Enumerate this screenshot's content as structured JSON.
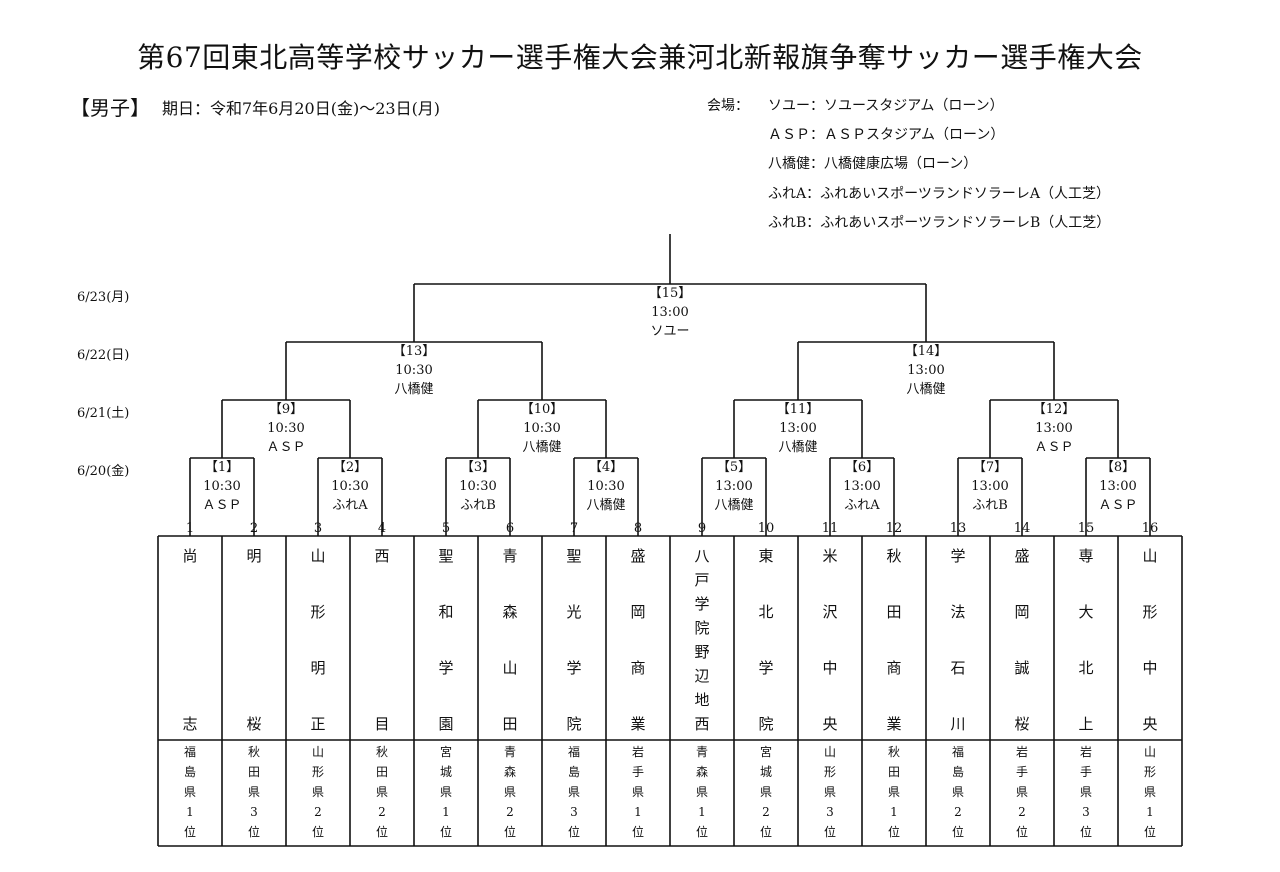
{
  "title": "第67回東北高等学校サッカー選手権大会兼河北新報旗争奪サッカー選手権大会",
  "division": "【男子】",
  "period": "期日：令和7年6月20日(金)～23日(月)",
  "venue_label": "会場：",
  "venues": [
    "ソユー：ソユースタジアム（ローン）",
    "ＡＳＰ：ＡＳＰスタジアム（ローン）",
    "八橋健：八橋健康広場（ローン）",
    "ふれA：ふれあいスポーツランドソラーレA（人工芝）",
    "ふれB：ふれあいスポーツランドソラーレB（人工芝）"
  ],
  "dates": [
    "6/23(月)",
    "6/22(日)",
    "6/21(土)",
    "6/20(金)"
  ],
  "matches": [
    {
      "no": "【1】",
      "time": "10:30",
      "venue": "ＡＳＰ"
    },
    {
      "no": "【2】",
      "time": "10:30",
      "venue": "ふれA"
    },
    {
      "no": "【3】",
      "time": "10:30",
      "venue": "ふれB"
    },
    {
      "no": "【4】",
      "time": "10:30",
      "venue": "八橋健"
    },
    {
      "no": "【5】",
      "time": "13:00",
      "venue": "八橋健"
    },
    {
      "no": "【6】",
      "time": "13:00",
      "venue": "ふれA"
    },
    {
      "no": "【7】",
      "time": "13:00",
      "venue": "ふれB"
    },
    {
      "no": "【8】",
      "time": "13:00",
      "venue": "ＡＳＰ"
    },
    {
      "no": "【9】",
      "time": "10:30",
      "venue": "ＡＳＰ"
    },
    {
      "no": "【10】",
      "time": "10:30",
      "venue": "八橋健"
    },
    {
      "no": "【11】",
      "time": "13:00",
      "venue": "八橋健"
    },
    {
      "no": "【12】",
      "time": "13:00",
      "venue": "ＡＳＰ"
    },
    {
      "no": "【13】",
      "time": "10:30",
      "venue": "八橋健"
    },
    {
      "no": "【14】",
      "time": "13:00",
      "venue": "八橋健"
    },
    {
      "no": "【15】",
      "time": "13:00",
      "venue": "ソユー"
    }
  ],
  "seeds": [
    "1",
    "2",
    "3",
    "4",
    "5",
    "6",
    "7",
    "8",
    "9",
    "10",
    "11",
    "12",
    "13",
    "14",
    "15",
    "16"
  ],
  "teams": [
    {
      "name": "尚志",
      "pref": "福島県1位"
    },
    {
      "name": "明桜",
      "pref": "秋田県3位"
    },
    {
      "name": "山形明正",
      "pref": "山形県2位"
    },
    {
      "name": "西目",
      "pref": "秋田県2位"
    },
    {
      "name": "聖和学園",
      "pref": "宮城県1位"
    },
    {
      "name": "青森山田",
      "pref": "青森県2位"
    },
    {
      "name": "聖光学院",
      "pref": "福島県3位"
    },
    {
      "name": "盛岡商業",
      "pref": "岩手県1位"
    },
    {
      "name": "八戸学院野辺地西",
      "pref": "青森県1位"
    },
    {
      "name": "東北学院",
      "pref": "宮城県2位"
    },
    {
      "name": "米沢中央",
      "pref": "山形県3位"
    },
    {
      "name": "秋田商業",
      "pref": "秋田県1位"
    },
    {
      "name": "学法石川",
      "pref": "福島県2位"
    },
    {
      "name": "盛岡誠桜",
      "pref": "岩手県2位"
    },
    {
      "name": "専大北上",
      "pref": "岩手県3位"
    },
    {
      "name": "山形中央",
      "pref": "山形県1位"
    }
  ]
}
